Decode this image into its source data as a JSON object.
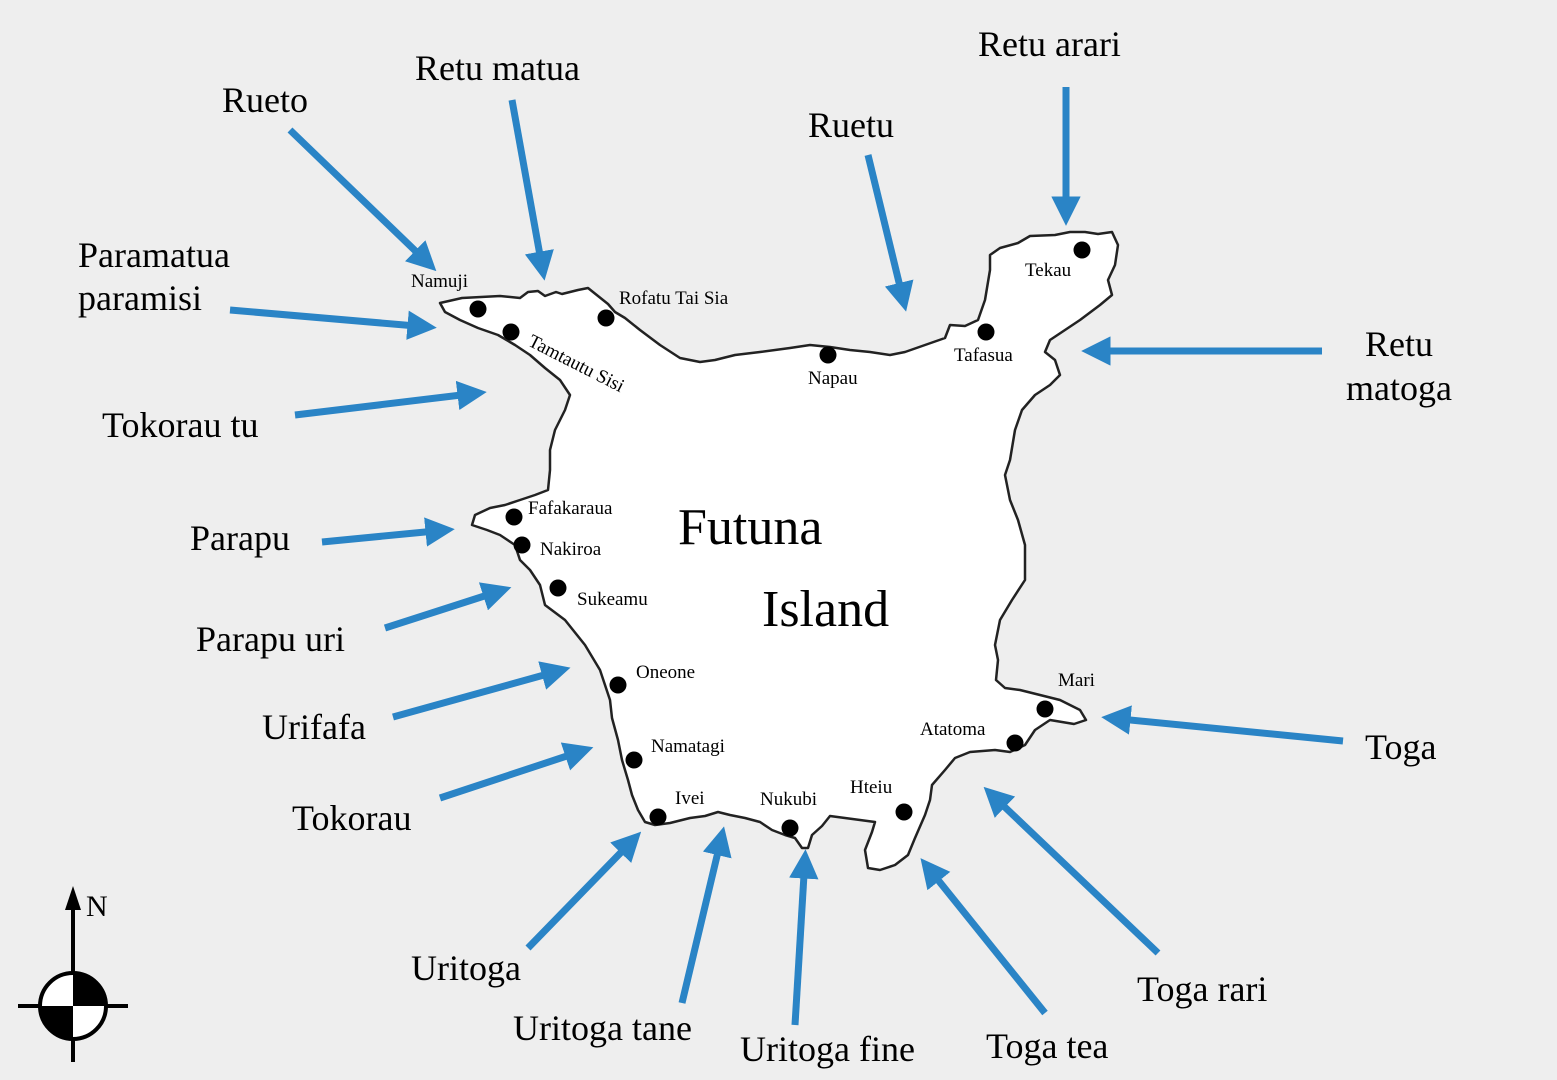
{
  "island": {
    "name_line1": "Futuna",
    "name_line2": "Island"
  },
  "north_label": "N",
  "colors": {
    "background": "#eeeeee",
    "island_fill": "#ffffff",
    "coastline": "#222222",
    "arrow": "#2a84c6",
    "marker": "#000000"
  },
  "wind_directions": [
    {
      "id": "rueto",
      "label": "Rueto"
    },
    {
      "id": "retu-matua",
      "label": "Retu matua"
    },
    {
      "id": "ruetu",
      "label": "Ruetu"
    },
    {
      "id": "retu-arari",
      "label": "Retu arari"
    },
    {
      "id": "paramatua-paramisi",
      "line1": "Paramatua",
      "line2": "paramisi"
    },
    {
      "id": "retu-matoga",
      "line1": "Retu",
      "line2": "matoga"
    },
    {
      "id": "tokorau-tu",
      "label": "Tokorau tu"
    },
    {
      "id": "parapu",
      "label": "Parapu"
    },
    {
      "id": "parapu-uri",
      "label": "Parapu uri"
    },
    {
      "id": "urifafa",
      "label": "Urifafa"
    },
    {
      "id": "tokorau",
      "label": "Tokorau"
    },
    {
      "id": "toga",
      "label": "Toga"
    },
    {
      "id": "uritoga",
      "label": "Uritoga"
    },
    {
      "id": "uritoga-tane",
      "label": "Uritoga tane"
    },
    {
      "id": "uritoga-fine",
      "label": "Uritoga fine"
    },
    {
      "id": "toga-tea",
      "label": "Toga tea"
    },
    {
      "id": "toga-rari",
      "label": "Toga rari"
    }
  ],
  "places": [
    {
      "id": "namuji",
      "label": "Namuji"
    },
    {
      "id": "rofatu-tai-sia",
      "label": "Rofatu Tai Sia"
    },
    {
      "id": "tamtautu-sisi",
      "label": "Tamtautu Sisi"
    },
    {
      "id": "napau",
      "label": "Napau"
    },
    {
      "id": "tafasua",
      "label": "Tafasua"
    },
    {
      "id": "tekau",
      "label": "Tekau"
    },
    {
      "id": "fafakaraua",
      "label": "Fafakaraua"
    },
    {
      "id": "nakiroa",
      "label": "Nakiroa"
    },
    {
      "id": "sukeamu",
      "label": "Sukeamu"
    },
    {
      "id": "oneone",
      "label": "Oneone"
    },
    {
      "id": "namatagi",
      "label": "Namatagi"
    },
    {
      "id": "ivei",
      "label": "Ivei"
    },
    {
      "id": "nukubi",
      "label": "Nukubi"
    },
    {
      "id": "hteiu",
      "label": "Hteiu"
    },
    {
      "id": "atatoma",
      "label": "Atatoma"
    },
    {
      "id": "mari",
      "label": "Mari"
    }
  ]
}
